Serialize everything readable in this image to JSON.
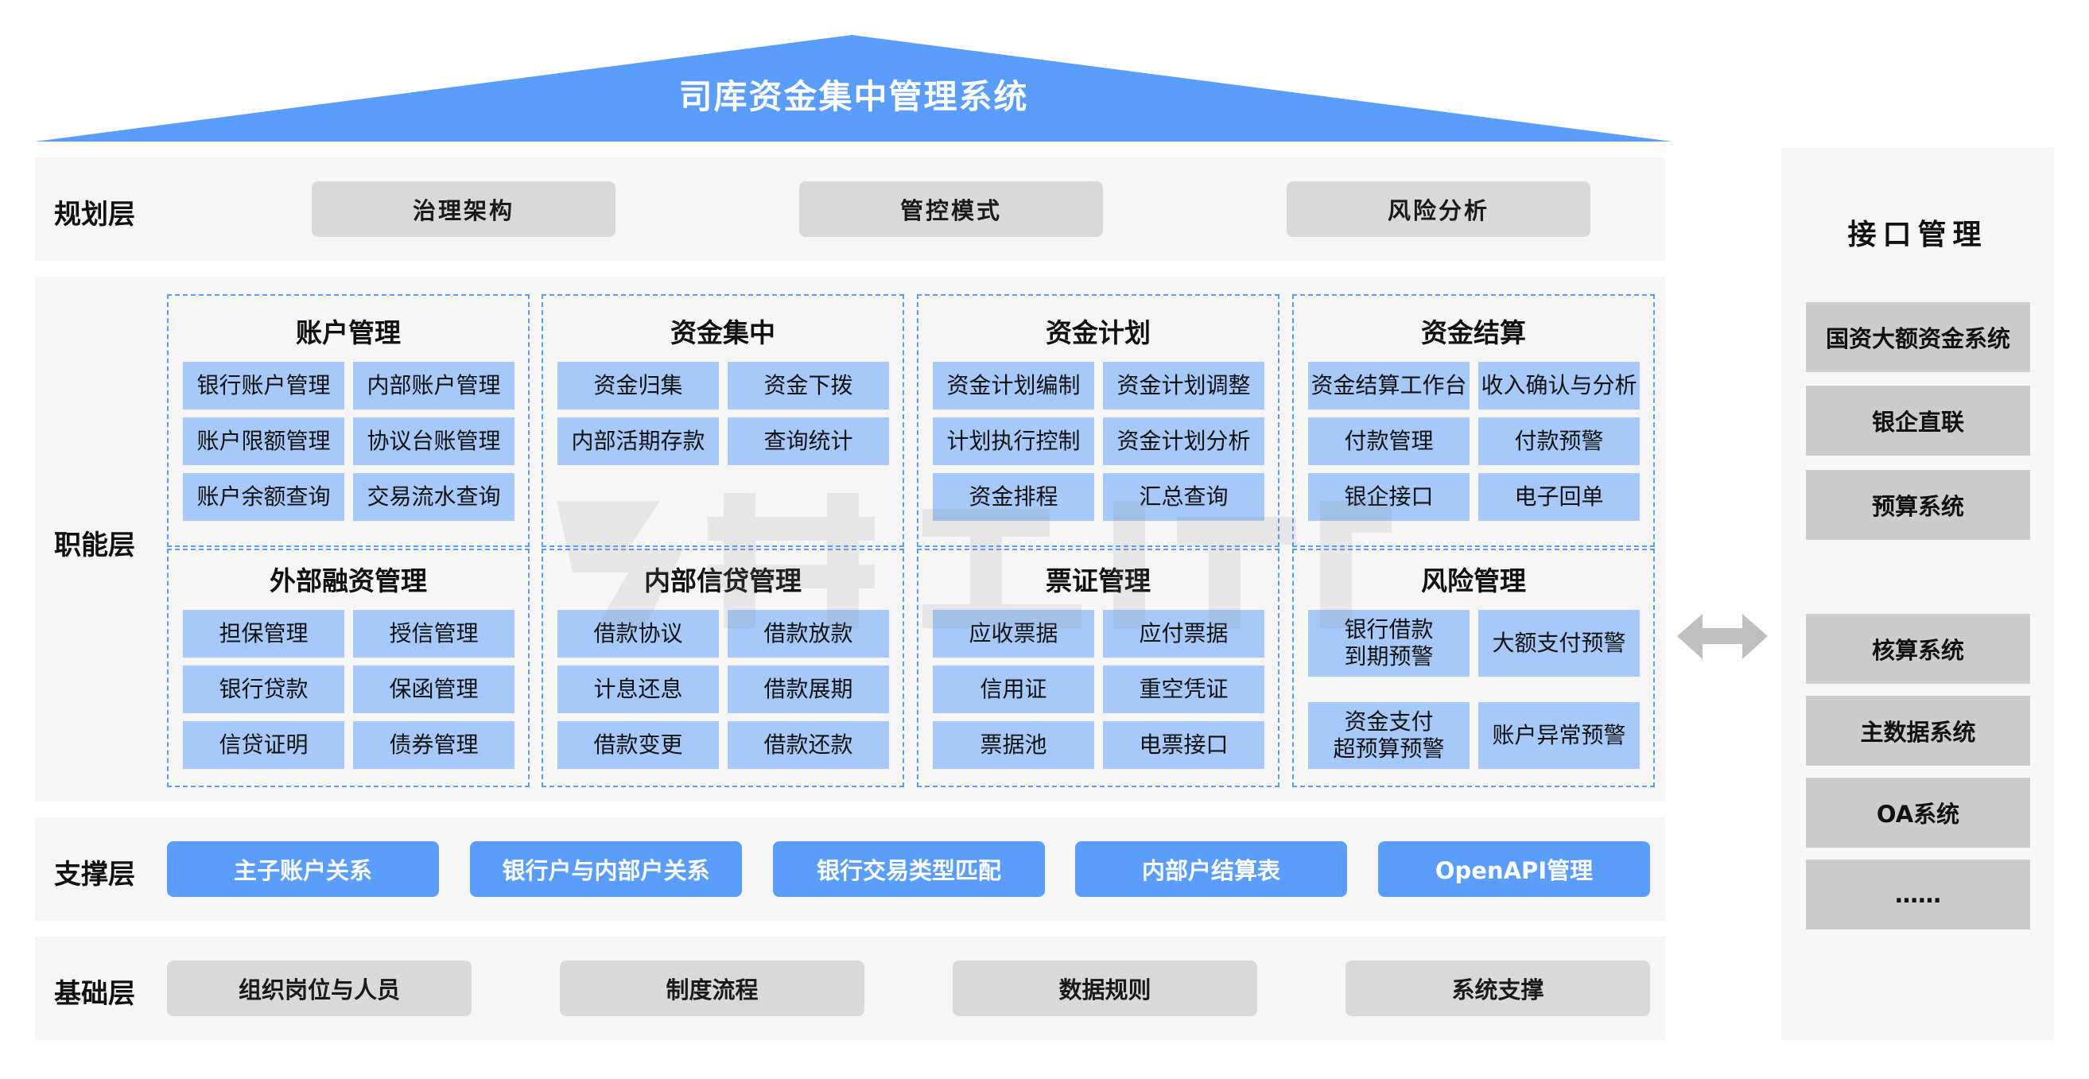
{
  "title": "司库资金集中管理系统",
  "colors": {
    "accent": "#5a9dfd",
    "cell": "#a7c9f9",
    "gray_button": "#d9d9d9",
    "layer_bg": "#f6f6f6",
    "interface_item": "#cccccc"
  },
  "planning": {
    "label": "规划层",
    "items": [
      "治理架构",
      "管控模式",
      "风险分析"
    ]
  },
  "function": {
    "label": "职能层",
    "panels": [
      {
        "title": "账户管理",
        "items": [
          "银行账户管理",
          "内部账户管理",
          "账户限额管理",
          "协议台账管理",
          "账户余额查询",
          "交易流水查询"
        ]
      },
      {
        "title": "资金集中",
        "items": [
          "资金归集",
          "资金下拨",
          "内部活期存款",
          "查询统计"
        ]
      },
      {
        "title": "资金计划",
        "items": [
          "资金计划编制",
          "资金计划调整",
          "计划执行控制",
          "资金计划分析",
          "资金排程",
          "汇总查询"
        ]
      },
      {
        "title": "资金结算",
        "items": [
          "资金结算工作台",
          "收入确认与分析",
          "付款管理",
          "付款预警",
          "银企接口",
          "电子回单"
        ]
      },
      {
        "title": "外部融资管理",
        "items": [
          "担保管理",
          "授信管理",
          "银行贷款",
          "保函管理",
          "信贷证明",
          "债券管理"
        ]
      },
      {
        "title": "内部信贷管理",
        "items": [
          "借款协议",
          "借款放款",
          "计息还息",
          "借款展期",
          "借款变更",
          "借款还款"
        ]
      },
      {
        "title": "票证管理",
        "items": [
          "应收票据",
          "应付票据",
          "信用证",
          "重空凭证",
          "票据池",
          "电票接口"
        ]
      },
      {
        "title": "风险管理",
        "items": [
          "银行借款\n到期预警",
          "大额支付预警",
          "资金支付\n超预算预警",
          "账户异常预警"
        ]
      }
    ]
  },
  "support": {
    "label": "支撑层",
    "items": [
      "主子账户关系",
      "银行户与内部户关系",
      "银行交易类型匹配",
      "内部户结算表",
      "OpenAPI管理"
    ]
  },
  "foundation": {
    "label": "基础层",
    "items": [
      "组织岗位与人员",
      "制度流程",
      "数据规则",
      "系统支撑"
    ]
  },
  "interface": {
    "title": "接口管理",
    "items": [
      "国资大额资金系统",
      "银企直联",
      "预算系统",
      "核算系统",
      "主数据系统",
      "OA系统",
      "……"
    ]
  },
  "connector_icon": "double-arrow-icon"
}
